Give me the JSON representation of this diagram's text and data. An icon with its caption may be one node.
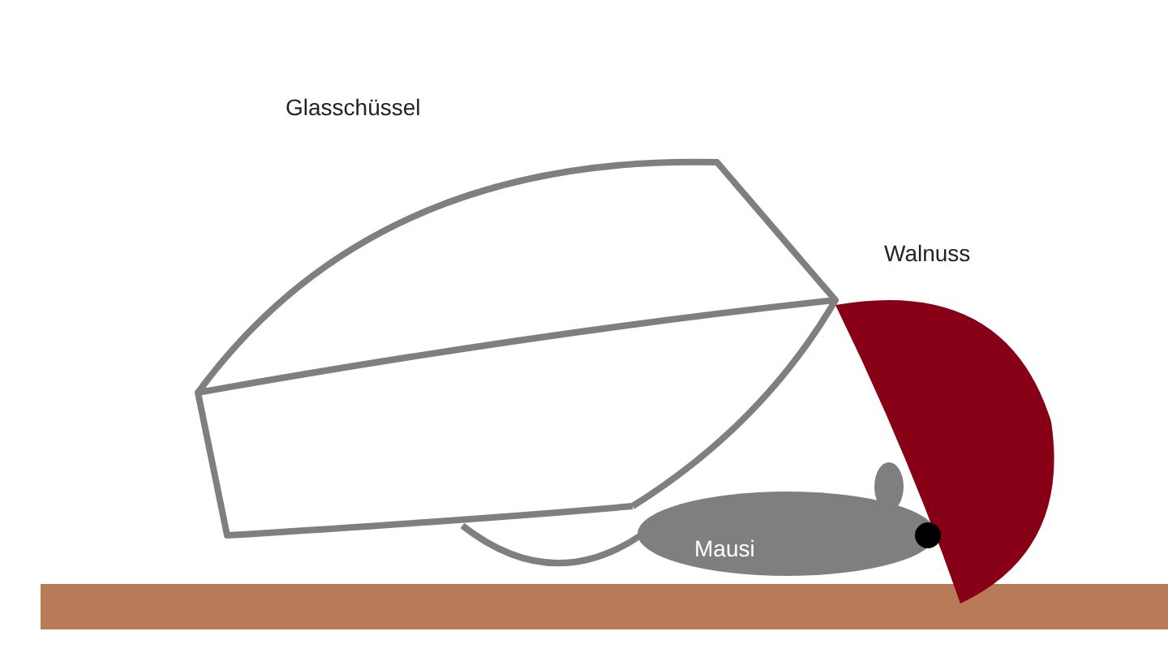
{
  "diagram": {
    "nodes": [
      {
        "text": [
          "Mausi"
        ]
      }
    ],
    "edges": [],
    "labels": [
      "Glasschüssel",
      "Walnuss"
    ]
  }
}
